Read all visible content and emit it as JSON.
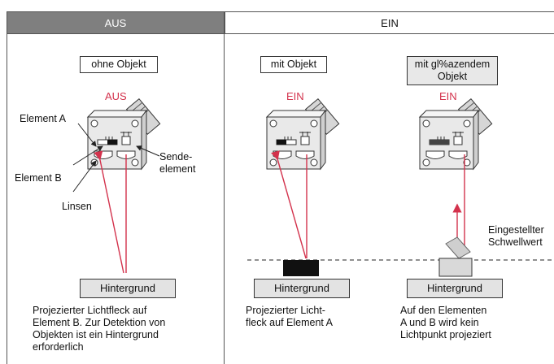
{
  "headers": {
    "aus": "AUS",
    "ein": "EIN"
  },
  "panels": [
    {
      "object_label": "ohne Objekt",
      "state": "AUS",
      "desc": "Projezierter Lichtfleck auf\nElement B. Zur Detektion von\nObjekten ist ein Hintergrund\nerforderlich"
    },
    {
      "object_label": "mit Objekt",
      "state": "EIN",
      "desc": "Projezierter Licht-\nfleck auf Element A"
    },
    {
      "object_label": "mit gl%azendem\nObjekt",
      "state": "EIN",
      "desc": "Auf den Elementen\nA und B wird kein\nLichtpunkt projeziert"
    }
  ],
  "labels": {
    "element_a": "Element A",
    "element_b": "Element B",
    "linsen": "Linsen",
    "sendeelement": "Sende-\nelement",
    "threshold": "Eingestellter\nSchwellwert"
  },
  "background_label": "Hintergrund",
  "colors": {
    "state_text": "#d3324c",
    "beam": "#d3324c",
    "aus_header": "#7f7f7f"
  }
}
